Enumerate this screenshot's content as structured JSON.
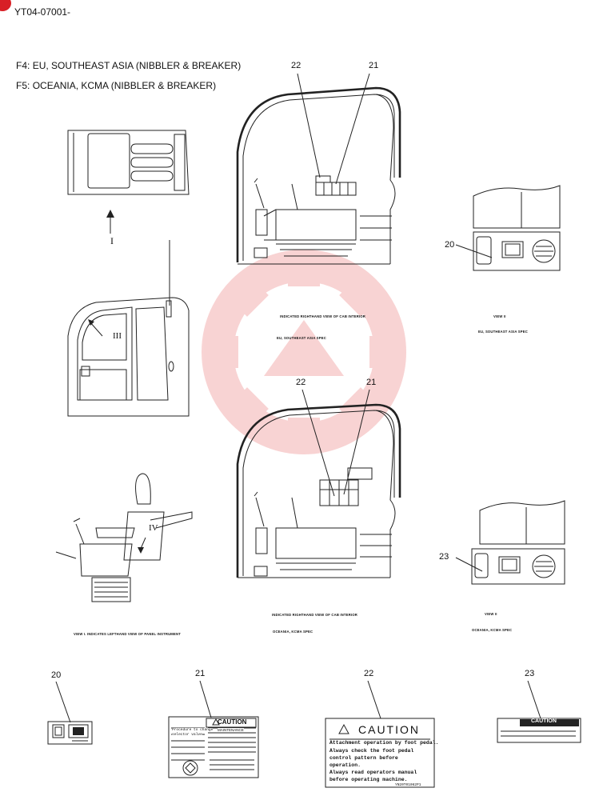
{
  "header": {
    "doc_code": "YT04-07001-"
  },
  "specs": [
    {
      "code": "F4",
      "sep": ":",
      "text": "EU, SOUTHEAST ASIA  (NIBBLER & BREAKER)"
    },
    {
      "code": "F5",
      "sep": ":",
      "text": "OCEANIA, KCMA  (NIBBLER & BREAKER)"
    }
  ],
  "callouts": {
    "top_22": "22",
    "top_21": "21",
    "mid_22": "22",
    "mid_21": "21",
    "view2_top_20": "20",
    "view2_bot_23": "23",
    "label_20": "20",
    "label_21": "21",
    "label_22": "22",
    "label_23": "23"
  },
  "view_markers": {
    "I": "I",
    "III": "III",
    "IV": "IV"
  },
  "captions": {
    "cab_top_1": "INDICATED RIGHTHAND VIEW OF CAB INTERIOR",
    "cab_top_2": "EU, SOUTHEAST ASIA SPEC",
    "view2_top_1": "VIEW II",
    "view2_top_2": "EU, SOUTHEAST ASIA SPEC",
    "cab_bot_1": "INDICATED RIGHTHAND VIEW OF CAB INTERIOR",
    "cab_bot_2": "OCEANIA, KCMA SPEC",
    "view2_bot_1": "VIEW II",
    "view2_bot_2": "OCEANIA, KCMA SPEC",
    "view1": "VIEW I.  INDICATES LEFTHAND VIEW OF PANEL INSTRUMENT"
  },
  "labels": {
    "caution_22": {
      "title": "CAUTION",
      "lines": [
        "Attachment operation by foot pedal.",
        "Always check the foot pedal",
        "control pattern before",
        "operation.",
        "Always read operators manual",
        "before operating machine."
      ],
      "part_no": "YN20T01062P1"
    },
    "caution_21": {
      "title": "CAUTION",
      "left_lines": [
        "Procedure to change",
        "selector valve"
      ],
      "right_title": "MAINTENANCE"
    },
    "caution_23": {
      "title": "CAUTION"
    }
  },
  "colors": {
    "watermark": "#e23a3a",
    "line": "#222222"
  }
}
